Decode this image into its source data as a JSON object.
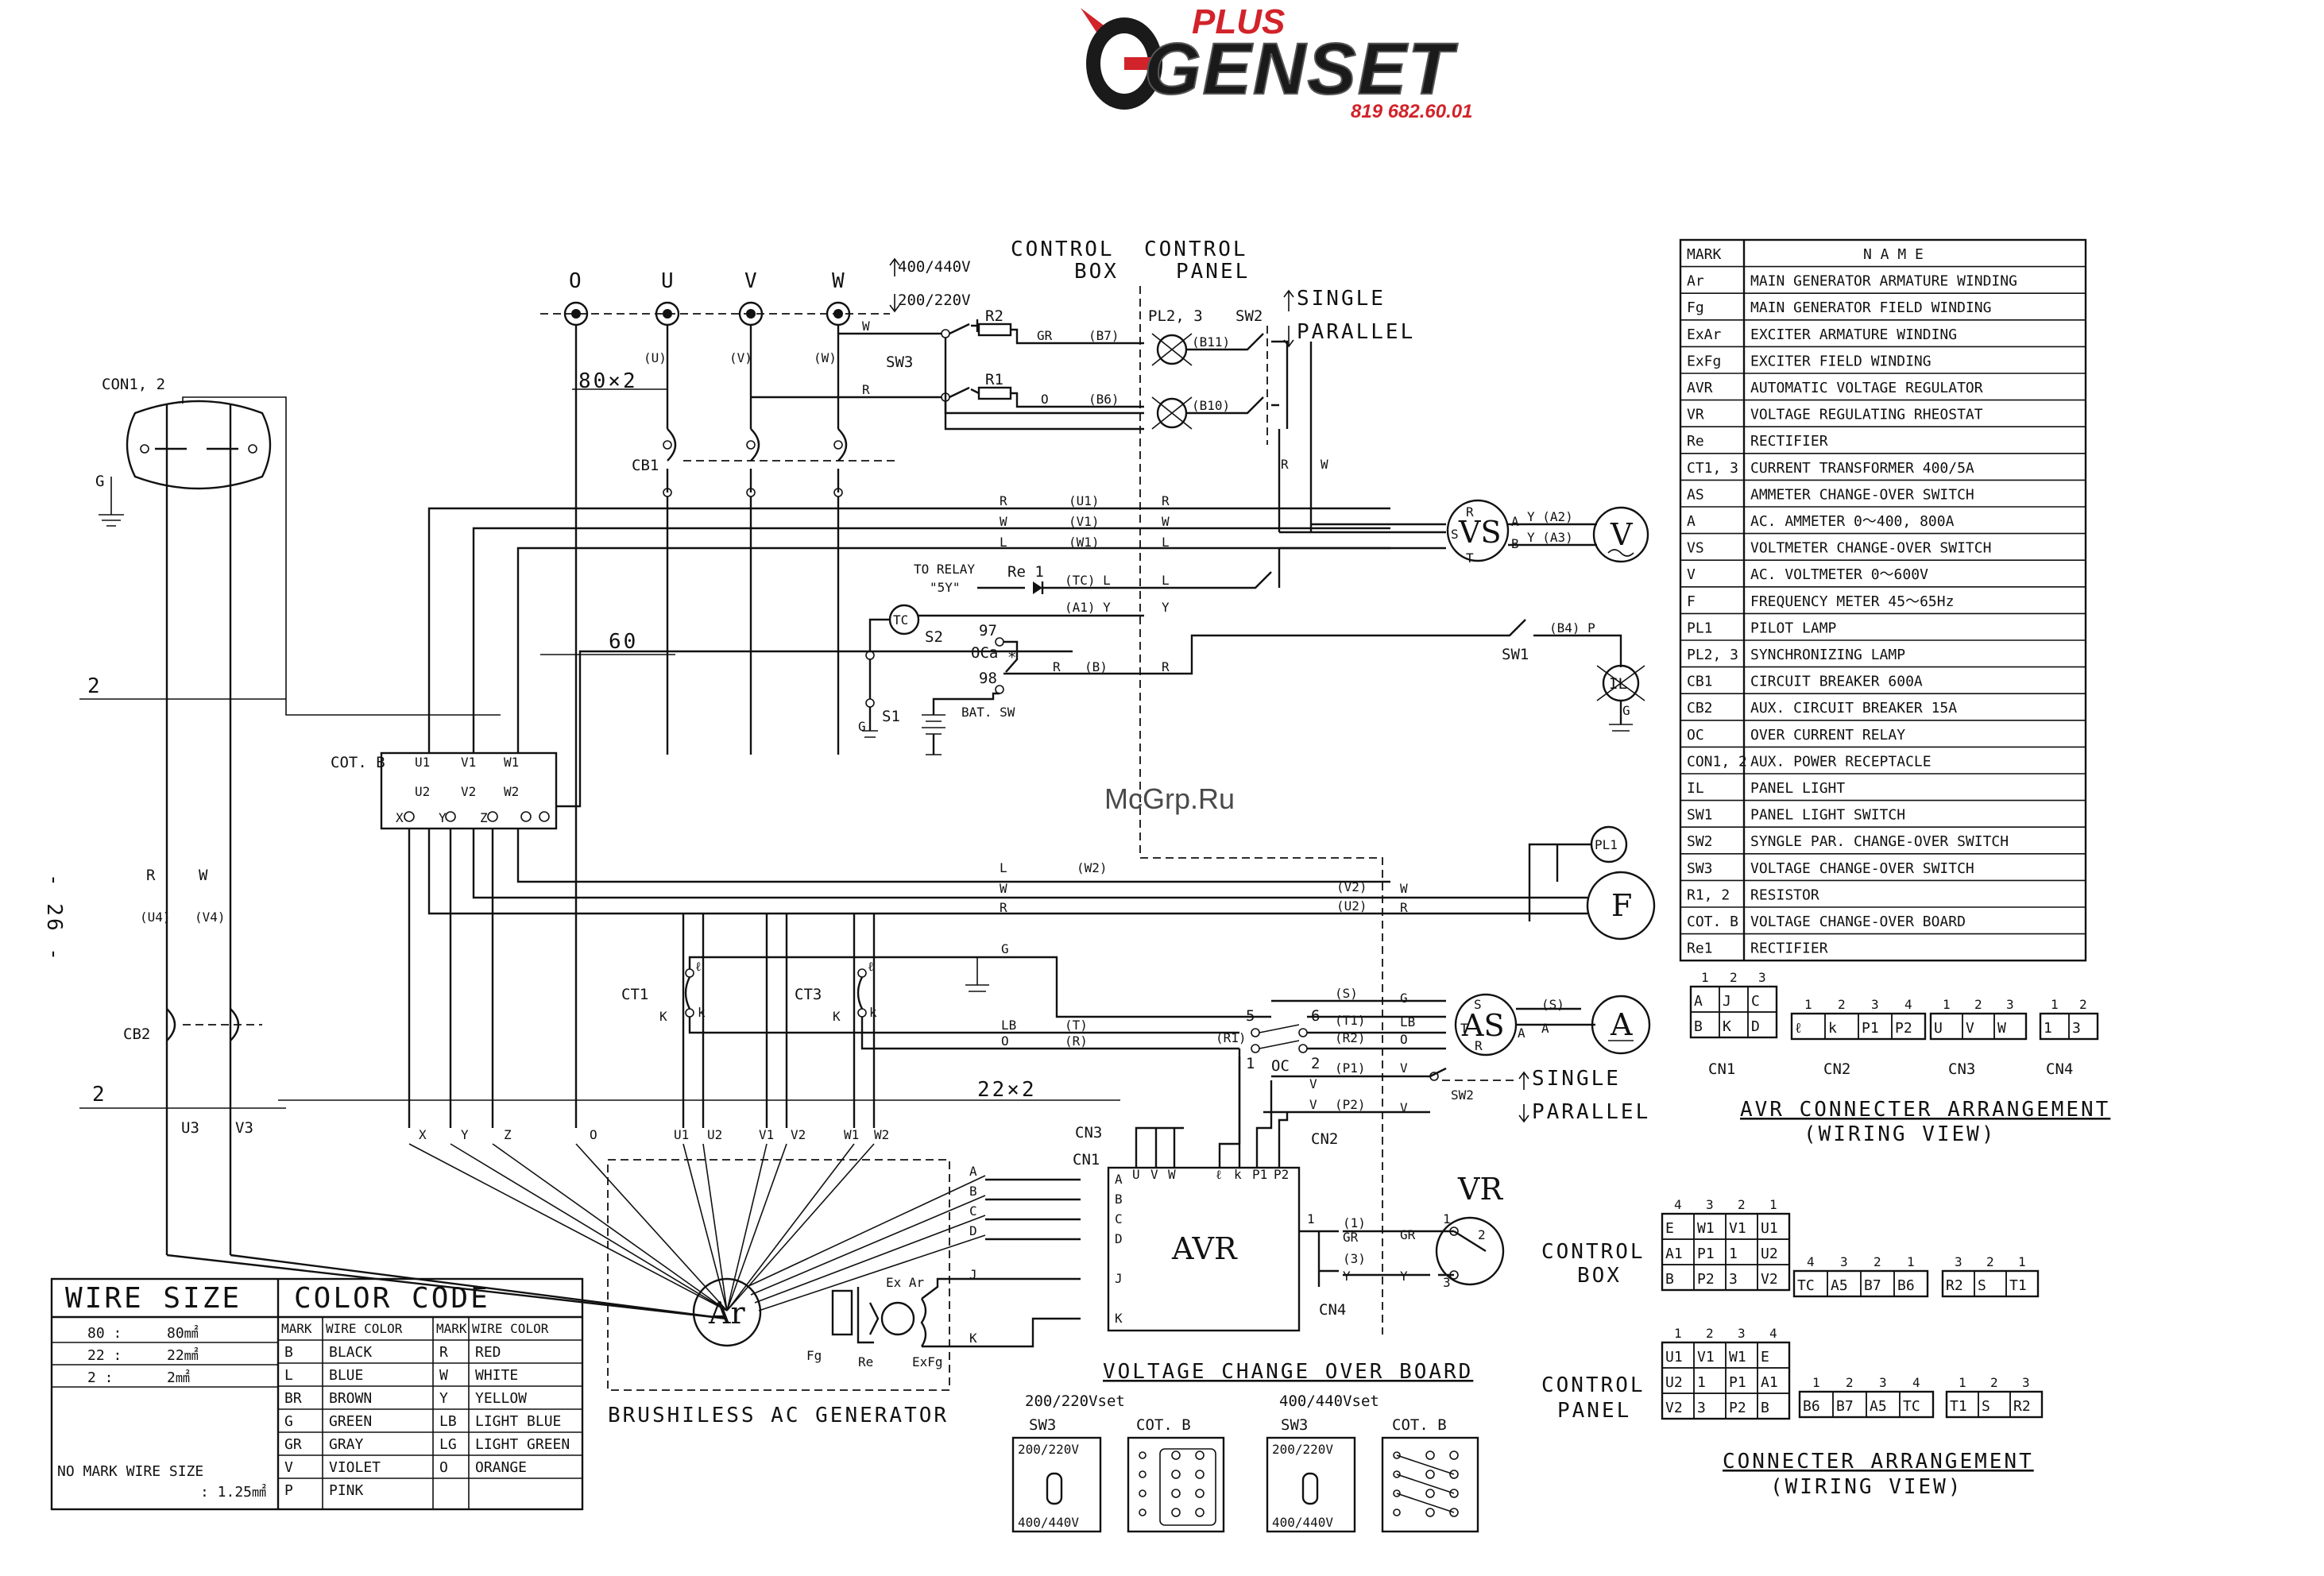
{
  "logo": {
    "plus": "PLUS",
    "brand": "GENSET",
    "phone": "819 682.60.01"
  },
  "watermark": "McGrp.Ru",
  "page_number": "- 26 -",
  "headers": {
    "control_box": [
      "CONTROL",
      "BOX"
    ],
    "control_panel": [
      "CONTROL",
      "PANEL"
    ],
    "voltage_high": "400/440V",
    "voltage_low": "200/220V",
    "single": "SINGLE",
    "parallel": "PARALLEL"
  },
  "phase_terminals": [
    "O",
    "U",
    "V",
    "W"
  ],
  "phase_sub": [
    "(U)",
    "(V)",
    "(W)"
  ],
  "labels": {
    "con12": "CON1, 2",
    "g": "G",
    "cb1": "CB1",
    "cb2": "CB2",
    "cotb": "COT. B",
    "ct1": "CT1",
    "ct3": "CT3",
    "wire80": "80×2",
    "wire60": "60",
    "wire22": "22×2",
    "wire2a": "2",
    "wire2b": "2",
    "r_wire": "R",
    "w_wire": "W",
    "u4": "(U4)",
    "v4": "(V4)",
    "u3": "U3",
    "v3": "V3",
    "sw3": "SW3",
    "r1": "R1",
    "r2": "R2",
    "gr": "GR",
    "o": "O",
    "b7": "(B7)",
    "b6": "(B6)",
    "b11": "(B11)",
    "b10": "(B10)",
    "pl23": "PL2, 3",
    "sw2": "SW2",
    "relay_to": "TO RELAY",
    "relay_5y": "\"5Y\"",
    "re1": "Re 1",
    "tc_l": "(TC) L",
    "a1y": "(A1) Y",
    "y": "Y",
    "tc": "TC",
    "s2": "S2",
    "s1": "S1",
    "n97": "97",
    "n98": "98",
    "oca": "OCa",
    "batsw": "BAT. SW",
    "r_b": "(B)",
    "sw1": "SW1",
    "b4p": "(B4) P",
    "il": "IL",
    "pl1": "PL1",
    "f": "F",
    "vs": "VS",
    "v_meter": "V",
    "as": "AS",
    "a_meter": "A",
    "ya2": "Y (A2)",
    "ya3": "Y (A3)",
    "u1": "(U1)",
    "v1": "(V1)",
    "w1": "(W1)",
    "w2": "(W2)",
    "v2": "(V2)",
    "u2": "(U2)",
    "s": "(S)",
    "t1": "(T1)",
    "r2b": "(R2)",
    "r1b": "(R1)",
    "p1": "(P1)",
    "p2": "(P2)",
    "oc": "OC",
    "t": "(T)",
    "r_p": "(R)",
    "lb": "LB",
    "cn1": "CN1",
    "cn2": "CN2",
    "cn3": "CN3",
    "cn4": "CN4",
    "avr": "AVR",
    "vr": "VR",
    "ar": "Ar",
    "fg": "Fg",
    "re": "Re",
    "exfg": "ExFg",
    "exar": "Ex Ar",
    "brushless": "BRUSHILESS AC GENERATOR",
    "gen_terms": [
      "X",
      "Y",
      "Z",
      "O",
      "U1",
      "U2",
      "V1",
      "V2",
      "W1",
      "W2"
    ],
    "avr_terms_top": [
      "U",
      "V",
      "W",
      "ℓ",
      "k",
      "P1",
      "P2"
    ],
    "avr_terms_left": [
      "A",
      "B",
      "C",
      "D",
      "J",
      "K"
    ],
    "control_box2": [
      "CONTROL",
      "BOX"
    ],
    "control_panel2": [
      "CONTROL",
      "PANEL"
    ]
  },
  "name_table": {
    "headers": [
      "MARK",
      "N A M E"
    ],
    "rows": [
      [
        "Ar",
        "MAIN GENERATOR ARMATURE WINDING"
      ],
      [
        "Fg",
        "MAIN GENERATOR FIELD WINDING"
      ],
      [
        "ExAr",
        "EXCITER ARMATURE WINDING"
      ],
      [
        "ExFg",
        "EXCITER FIELD WINDING"
      ],
      [
        "AVR",
        "AUTOMATIC VOLTAGE REGULATOR"
      ],
      [
        "VR",
        "VOLTAGE REGULATING RHEOSTAT"
      ],
      [
        "Re",
        "RECTIFIER"
      ],
      [
        "CT1, 3",
        "CURRENT TRANSFORMER 400/5A"
      ],
      [
        "AS",
        "AMMETER CHANGE-OVER SWITCH"
      ],
      [
        "A",
        "AC. AMMETER 0～400, 800A"
      ],
      [
        "VS",
        "VOLTMETER CHANGE-OVER SWITCH"
      ],
      [
        "V",
        "AC. VOLTMETER 0～600V"
      ],
      [
        "F",
        "FREQUENCY METER 45～65Hz"
      ],
      [
        "PL1",
        "PILOT LAMP"
      ],
      [
        "PL2, 3",
        "SYNCHRONIZING LAMP"
      ],
      [
        "CB1",
        "CIRCUIT BREAKER 600A"
      ],
      [
        "CB2",
        "AUX. CIRCUIT BREAKER 15A"
      ],
      [
        "OC",
        "OVER CURRENT RELAY"
      ],
      [
        "CON1, 2",
        "AUX. POWER RECEPTACLE"
      ],
      [
        "IL",
        "PANEL LIGHT"
      ],
      [
        "SW1",
        "PANEL LIGHT SWITCH"
      ],
      [
        "SW2",
        "SYNGLE PAR. CHANGE-OVER SWITCH"
      ],
      [
        "SW3",
        "VOLTAGE CHANGE-OVER SWITCH"
      ],
      [
        "R1, 2",
        "RESISTOR"
      ],
      [
        "COT. B",
        "VOLTAGE CHANGE-OVER BOARD"
      ],
      [
        "Re1",
        "RECTIFIER"
      ]
    ]
  },
  "wire_size": {
    "title": "WIRE SIZE",
    "rows": [
      [
        "80",
        "80㎟"
      ],
      [
        "22",
        "22㎟"
      ],
      [
        "2",
        "2㎟"
      ]
    ],
    "note": "NO MARK WIRE SIZE",
    "note_value": ": 1.25㎟"
  },
  "color_code": {
    "title": "COLOR CODE",
    "headers": [
      "MARK",
      "WIRE COLOR",
      "MARK",
      "WIRE COLOR"
    ],
    "rows": [
      [
        "B",
        "BLACK",
        "R",
        "RED"
      ],
      [
        "L",
        "BLUE",
        "W",
        "WHITE"
      ],
      [
        "BR",
        "BROWN",
        "Y",
        "YELLOW"
      ],
      [
        "G",
        "GREEN",
        "LB",
        "LIGHT BLUE"
      ],
      [
        "GR",
        "GRAY",
        "LG",
        "LIGHT GREEN"
      ],
      [
        "V",
        "VIOLET",
        "O",
        "ORANGE"
      ],
      [
        "P",
        "PINK",
        "",
        ""
      ]
    ]
  },
  "avr_connectors": {
    "title": "AVR CONNECTER ARRANGEMENT",
    "subtitle": "(WIRING VIEW)",
    "cn1": {
      "name": "CN1",
      "nums": [
        "1",
        "2",
        "3"
      ],
      "top": [
        "A",
        "J",
        "C"
      ],
      "bottom": [
        "B",
        "K",
        "D"
      ]
    },
    "cn2": {
      "name": "CN2",
      "nums": [
        "1",
        "2",
        "3",
        "4"
      ],
      "cells": [
        "ℓ",
        "k",
        "P1",
        "P2"
      ]
    },
    "cn3": {
      "name": "CN3",
      "nums": [
        "1",
        "2",
        "3"
      ],
      "cells": [
        "U",
        "V",
        "W"
      ]
    },
    "cn4": {
      "name": "CN4",
      "nums": [
        "1",
        "2"
      ],
      "cells": [
        "1",
        "3"
      ]
    }
  },
  "connectors": {
    "title": "CONNECTER ARRANGEMENT",
    "subtitle": "(WIRING VIEW)",
    "box_a": {
      "nums": [
        "4",
        "3",
        "2",
        "1"
      ],
      "rows": [
        [
          "E",
          "W1",
          "V1",
          "U1"
        ],
        [
          "A1",
          "P1",
          "1",
          "U2"
        ],
        [
          "B",
          "P2",
          "3",
          "V2"
        ]
      ]
    },
    "box_b": {
      "nums": [
        "4",
        "3",
        "2",
        "1"
      ],
      "cells": [
        "TC",
        "A5",
        "B7",
        "B6"
      ]
    },
    "box_c": {
      "nums": [
        "3",
        "2",
        "1"
      ],
      "cells": [
        "R2",
        "S",
        "T1"
      ]
    },
    "panel_a": {
      "nums": [
        "1",
        "2",
        "3",
        "4"
      ],
      "rows": [
        [
          "U1",
          "V1",
          "W1",
          "E"
        ],
        [
          "U2",
          "1",
          "P1",
          "A1"
        ],
        [
          "V2",
          "3",
          "P2",
          "B"
        ]
      ]
    },
    "panel_b": {
      "nums": [
        "1",
        "2",
        "3",
        "4"
      ],
      "cells": [
        "B6",
        "B7",
        "A5",
        "TC"
      ]
    },
    "panel_c": {
      "nums": [
        "1",
        "2",
        "3"
      ],
      "cells": [
        "T1",
        "S",
        "R2"
      ]
    }
  },
  "voltage_board": {
    "title": "VOLTAGE CHANGE OVER BOARD",
    "left_title": "200/220Vset",
    "right_title": "400/440Vset",
    "sw3": "SW3",
    "cotb": "COT. B",
    "top_v": "200/220V",
    "bottom_v": "400/440V"
  }
}
